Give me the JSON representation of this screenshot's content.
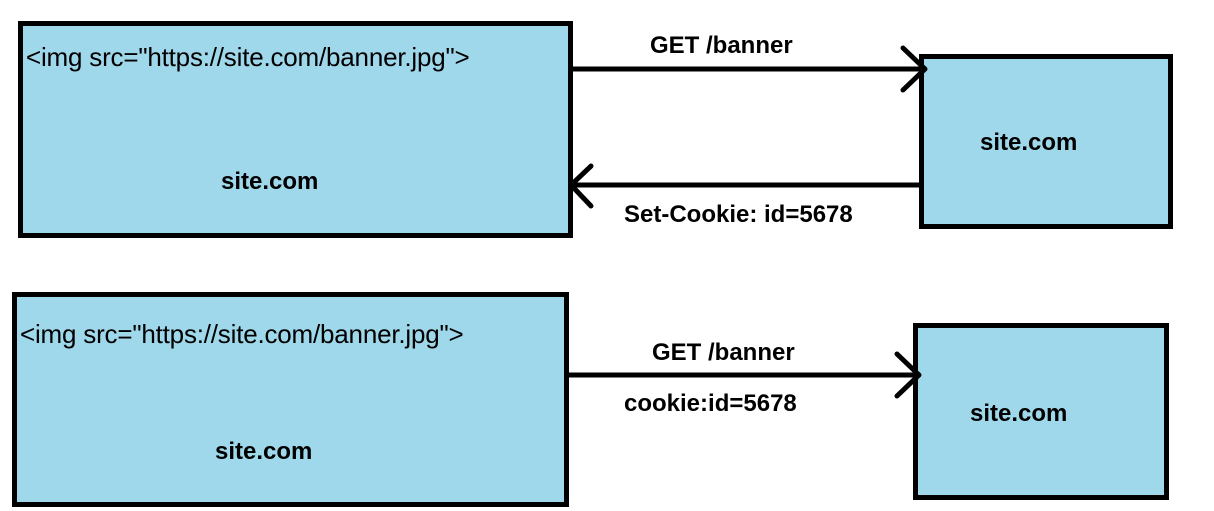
{
  "colors": {
    "box_fill": "#9ed8ea",
    "stroke": "#000000",
    "text": "#000000"
  },
  "scenario1": {
    "browser": {
      "img_tag": "<img src=\"https://site.com/banner.jpg\">",
      "site": "site.com"
    },
    "request": {
      "label": "GET /banner"
    },
    "response": {
      "label": "Set-Cookie: id=5678"
    },
    "server": {
      "site": "site.com"
    }
  },
  "scenario2": {
    "browser": {
      "img_tag": "<img src=\"https://site.com/banner.jpg\">",
      "site": "site.com"
    },
    "request": {
      "label": "GET /banner",
      "cookie": "cookie:id=5678"
    },
    "server": {
      "site": "site.com"
    }
  }
}
